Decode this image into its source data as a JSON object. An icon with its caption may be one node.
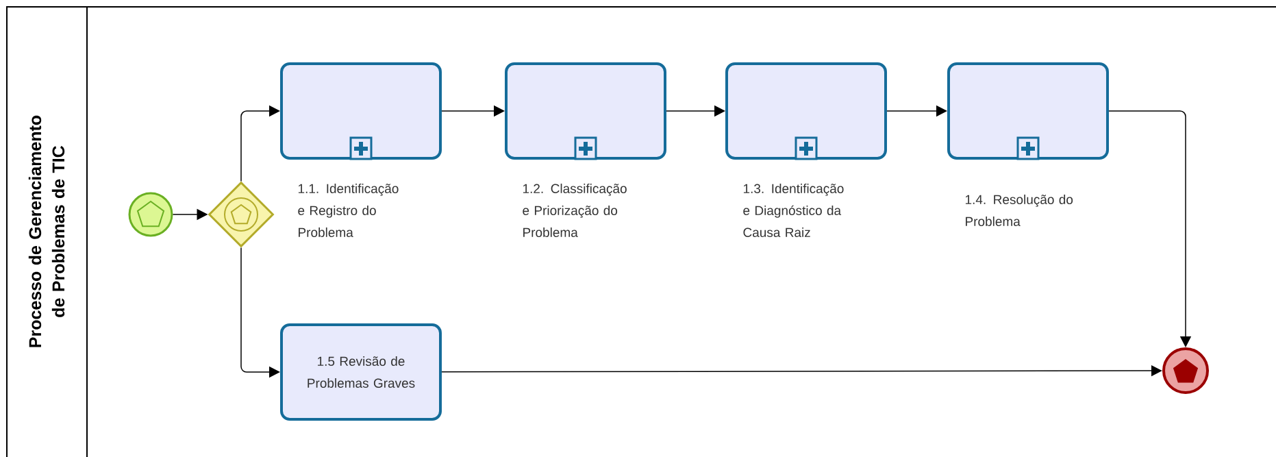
{
  "diagram": {
    "nodes": [
      {
        "text": [
          "Processo de Gerenciamento de Problemas de TIC"
        ]
      },
      {
        "text": [],
        "shape": "circle",
        "in": 0
      },
      {
        "text": [],
        "shape": "diamond",
        "in": 0
      },
      {
        "text": [
          "1.1. Identificação e Registro do Problema"
        ],
        "in": 0
      },
      {
        "text": [
          "1.2. Classificação e Priorização do Problema"
        ],
        "in": 0
      },
      {
        "text": [
          "1.3. Identificação e Diagnóstico da Causa Raiz"
        ],
        "in": 0
      },
      {
        "text": [
          "1.4. Resolução do Problema"
        ],
        "in": 0
      },
      {
        "text": [
          "1.5 Revisão de Problemas Graves"
        ],
        "in": 0
      },
      {
        "text": [],
        "shape": "circle",
        "in": 0
      }
    ],
    "edges": [
      {
        "from": 1,
        "to": 2,
        "arrow": "to"
      },
      {
        "from": 2,
        "to": 3,
        "arrow": "to"
      },
      {
        "from": 2,
        "to": 7,
        "arrow": "to"
      },
      {
        "from": 3,
        "to": 4,
        "arrow": "to"
      },
      {
        "from": 4,
        "to": 5,
        "arrow": "to"
      },
      {
        "from": 5,
        "to": 6,
        "arrow": "to"
      },
      {
        "from": 6,
        "to": 8,
        "arrow": "to"
      },
      {
        "from": 7,
        "to": 8,
        "arrow": "to"
      }
    ]
  }
}
